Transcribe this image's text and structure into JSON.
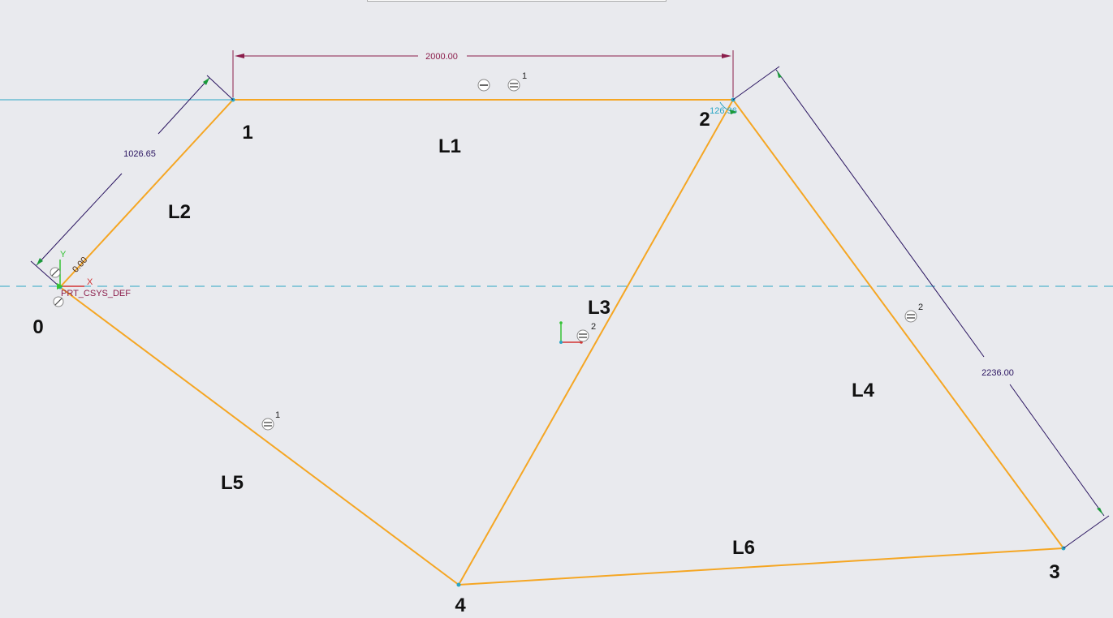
{
  "vertices": [
    "0",
    "1",
    "2",
    "3",
    "4"
  ],
  "lines": [
    "L1",
    "L2",
    "L3",
    "L4",
    "L5",
    "L6"
  ],
  "dimensions": {
    "top_width": "2000.00",
    "left_slant": "1026.65",
    "right_slant": "2236.00",
    "angle_origin": "0.00",
    "angle_top_right": "126.36"
  },
  "csys": {
    "name": "PRT_CSYS_DEF",
    "x_axis": "X",
    "y_axis": "Y"
  },
  "constraint_superscripts": {
    "c1": "1",
    "c2": "2",
    "c3": "2",
    "c4": "1"
  },
  "colors": {
    "background": "#e9eaee",
    "sketch_line": "#f5a623",
    "reference_line": "#2aa5c4",
    "dimension_purple": "#2a1460",
    "dimension_maroon": "#8b1d4b"
  }
}
